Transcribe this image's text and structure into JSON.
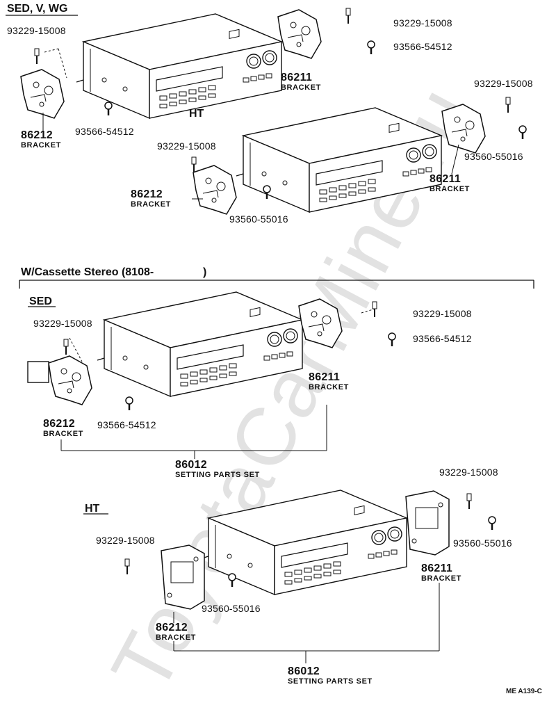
{
  "watermark": "ToyotaCarMine.ru",
  "sections": {
    "top": {
      "heading": "SED, V, WG"
    },
    "top_ht": {
      "heading": "HT"
    },
    "cassette": {
      "heading": "W/Cassette Stereo (8108-",
      "heading_close": ")"
    },
    "cassette_sed": {
      "heading": "SED"
    },
    "cassette_ht": {
      "heading": "HT"
    }
  },
  "parts": {
    "screw": "93229-15008",
    "nut_a": "93566-54512",
    "nut_b": "93560-55016",
    "bracket_rh": "86211",
    "bracket_lh": "86212",
    "bracket_caption": "BRACKET",
    "setting_set": "86012",
    "setting_set_caption": "SETTING PARTS SET"
  },
  "figure_code": "ME A139-C"
}
